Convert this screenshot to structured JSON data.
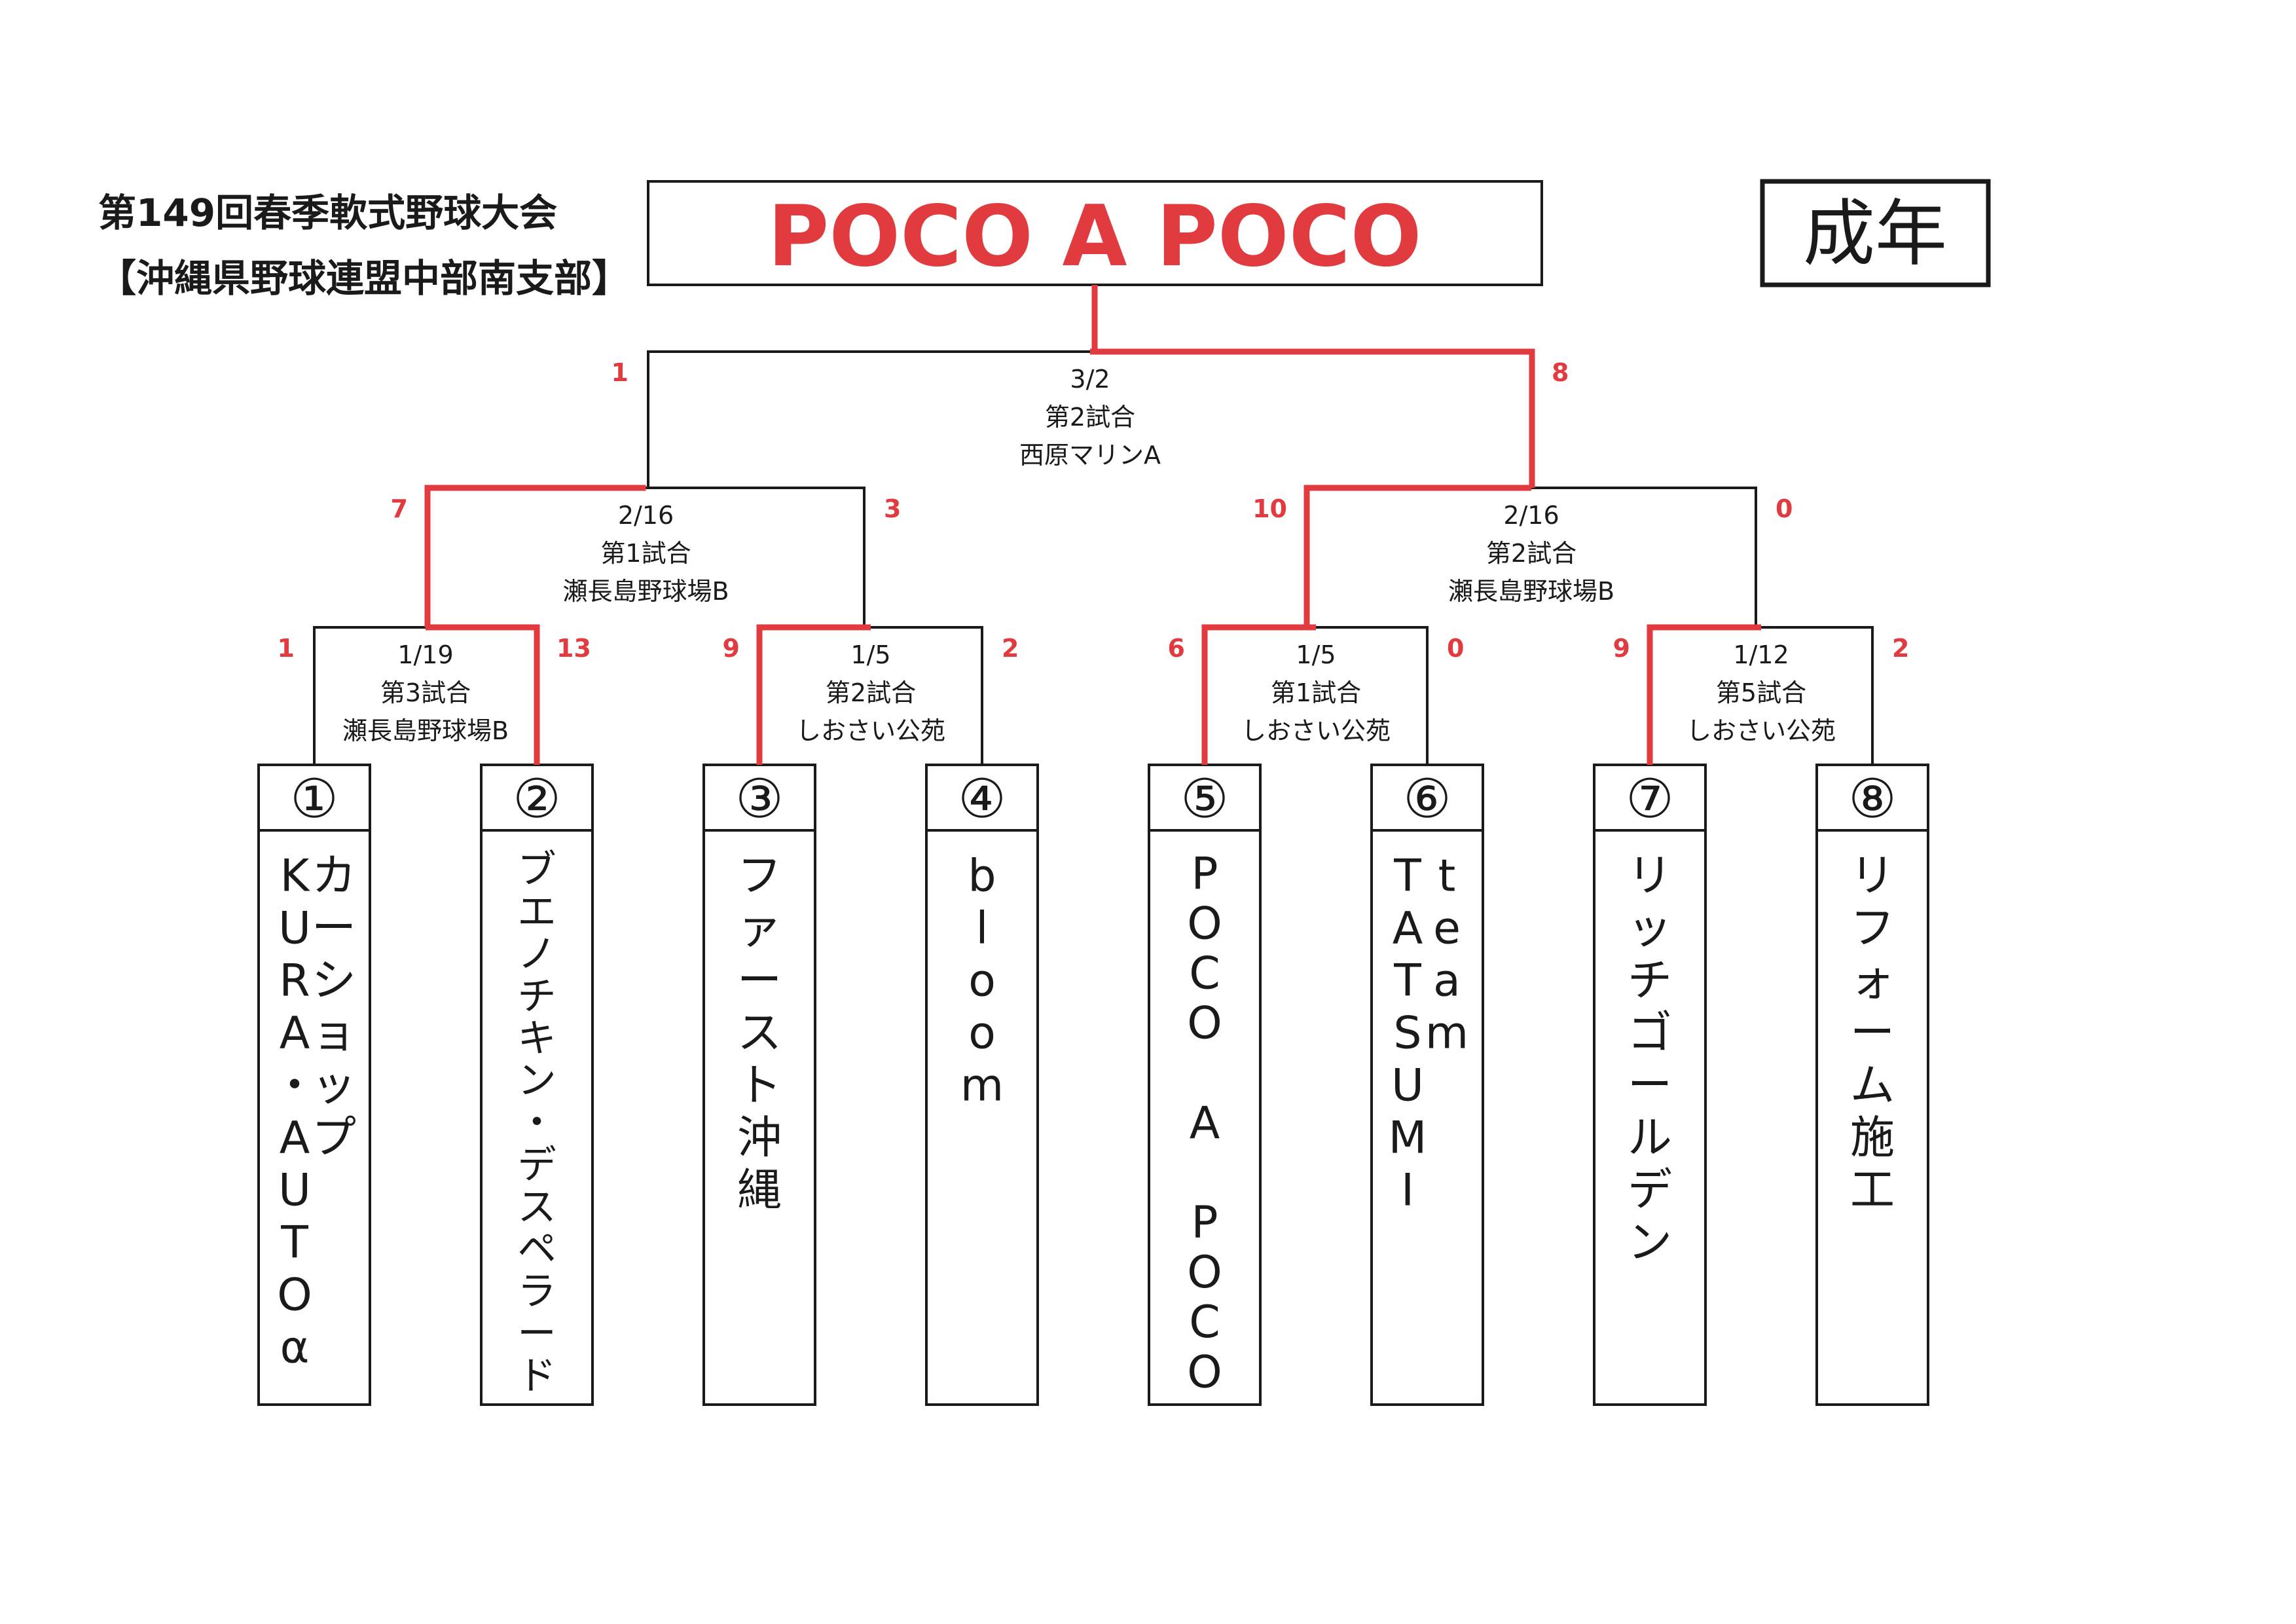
{
  "header": {
    "tournament_title": "第149回春季軟式野球大会",
    "organizer": "【沖縄県野球連盟中部南支部】",
    "champion": "POCO A POCO",
    "division": "成年"
  },
  "colors": {
    "winner_line": "#e13a3f",
    "line": "#1a1a1a"
  },
  "teams": [
    {
      "seed": "①",
      "lines": [
        "カーショップ",
        "KURA・AUTOα"
      ]
    },
    {
      "seed": "②",
      "lines": [
        "ブエノチキン・デスペラード"
      ]
    },
    {
      "seed": "③",
      "lines": [
        "ファースト沖縄"
      ]
    },
    {
      "seed": "④",
      "lines": [
        "bloom"
      ]
    },
    {
      "seed": "⑤",
      "lines": [
        "POCO A POCO"
      ]
    },
    {
      "seed": "⑥",
      "lines": [
        "team",
        "TATSUMI"
      ]
    },
    {
      "seed": "⑦",
      "lines": [
        "リッチゴールデン"
      ]
    },
    {
      "seed": "⑧",
      "lines": [
        "リフォーム施工"
      ]
    }
  ],
  "matches": [
    {
      "id": "r1m1",
      "date": "1/19",
      "game": "第3試合",
      "venue": "瀬長島野球場B",
      "left_score": "1",
      "right_score": "13",
      "winner": "right"
    },
    {
      "id": "r1m2",
      "date": "1/5",
      "game": "第2試合",
      "venue": "しおさい公苑",
      "left_score": "9",
      "right_score": "2",
      "winner": "left"
    },
    {
      "id": "r1m3",
      "date": "1/5",
      "game": "第1試合",
      "venue": "しおさい公苑",
      "left_score": "6",
      "right_score": "0",
      "winner": "left"
    },
    {
      "id": "r1m4",
      "date": "1/12",
      "game": "第5試合",
      "venue": "しおさい公苑",
      "left_score": "9",
      "right_score": "2",
      "winner": "left"
    },
    {
      "id": "r2m1",
      "date": "2/16",
      "game": "第1試合",
      "venue": "瀬長島野球場B",
      "left_score": "7",
      "right_score": "3",
      "winner": "left"
    },
    {
      "id": "r2m2",
      "date": "2/16",
      "game": "第2試合",
      "venue": "瀬長島野球場B",
      "left_score": "10",
      "right_score": "0",
      "winner": "left"
    },
    {
      "id": "final",
      "date": "3/2",
      "game": "第2試合",
      "venue": "西原マリンA",
      "left_score": "1",
      "right_score": "8",
      "winner": "right"
    }
  ]
}
